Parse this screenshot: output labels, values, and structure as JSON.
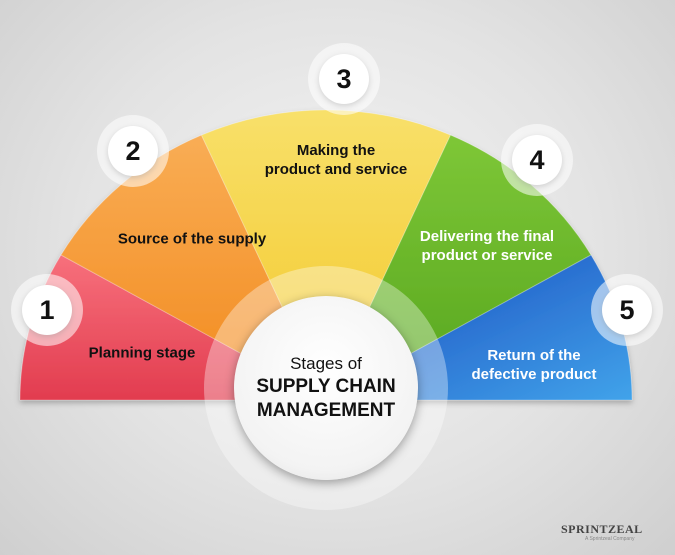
{
  "center": {
    "line1": "Stages of",
    "line2": "SUPPLY CHAIN",
    "line3": "MANAGEMENT"
  },
  "stages": [
    {
      "number": "1",
      "label_lines": [
        "Planning stage"
      ],
      "color": "#ec4a5e"
    },
    {
      "number": "2",
      "label_lines": [
        "Source of the supply"
      ],
      "color": "#f6962b"
    },
    {
      "number": "3",
      "label_lines": [
        "Making the",
        "product and service"
      ],
      "color": "#f6d43a"
    },
    {
      "number": "4",
      "label_lines": [
        "Delivering the final",
        "product or service"
      ],
      "color": "#6cbb2a"
    },
    {
      "number": "5",
      "label_lines": [
        "Return of the",
        "defective product"
      ],
      "color": "#1f6fd6"
    }
  ],
  "brand": {
    "name": "SPRINTZEAL",
    "tagline": "A Sprintzeal Company"
  }
}
